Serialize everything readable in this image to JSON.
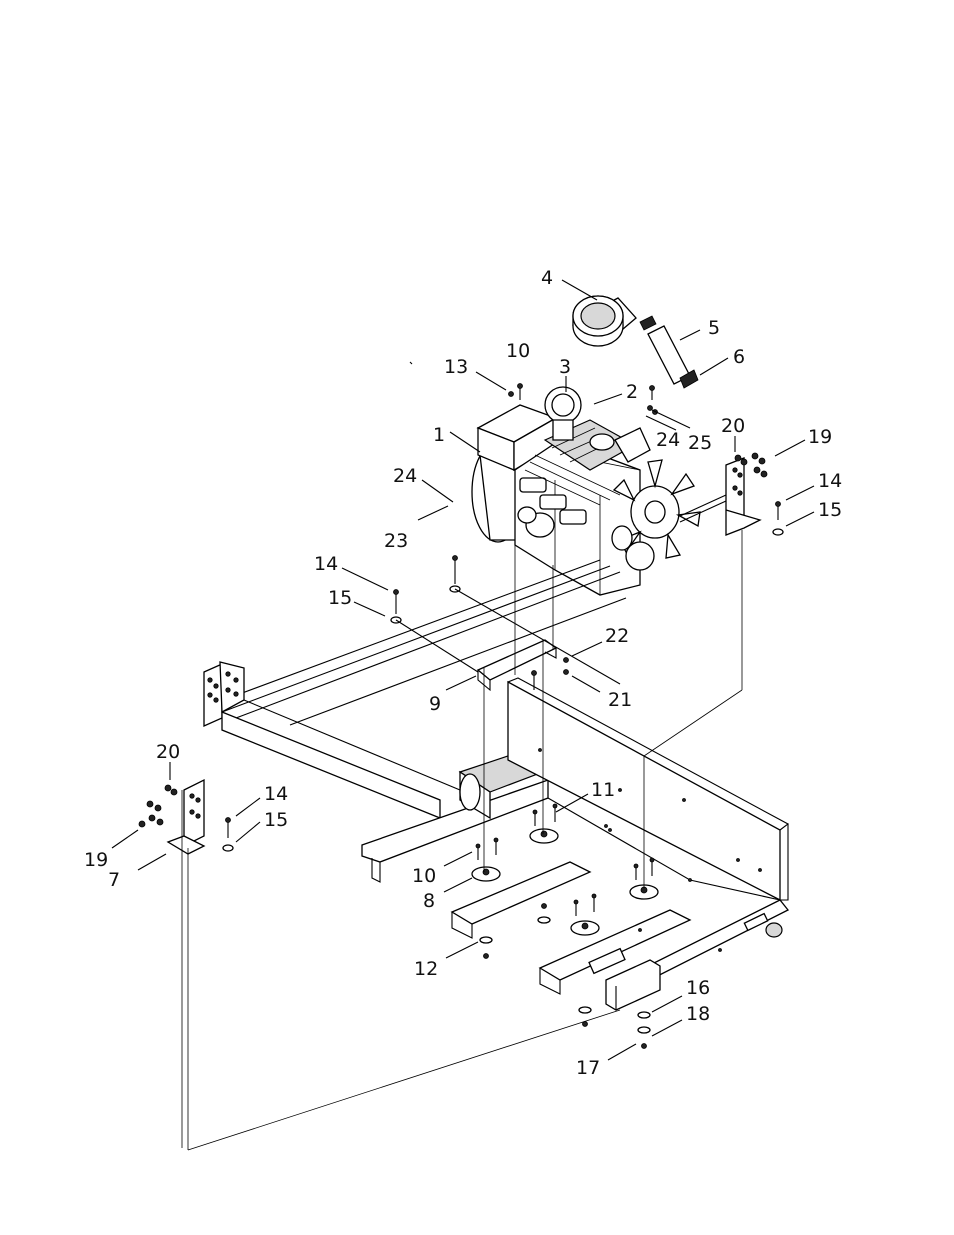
{
  "diagram": {
    "callouts": [
      {
        "key": "c4a",
        "text": "4"
      },
      {
        "key": "c5",
        "text": "5"
      },
      {
        "key": "c6",
        "text": "6"
      },
      {
        "key": "c10a",
        "text": "10"
      },
      {
        "key": "c13",
        "text": "13"
      },
      {
        "key": "c3",
        "text": "3"
      },
      {
        "key": "c2",
        "text": "2"
      },
      {
        "key": "c1",
        "text": "1"
      },
      {
        "key": "c24a",
        "text": "24"
      },
      {
        "key": "c25",
        "text": "25"
      },
      {
        "key": "c20a",
        "text": "20"
      },
      {
        "key": "c19a",
        "text": "19"
      },
      {
        "key": "c14a",
        "text": "14"
      },
      {
        "key": "c15a",
        "text": "15"
      },
      {
        "key": "c24b",
        "text": "24"
      },
      {
        "key": "c23",
        "text": "23"
      },
      {
        "key": "c14b",
        "text": "14"
      },
      {
        "key": "c15b",
        "text": "15"
      },
      {
        "key": "c22",
        "text": "22"
      },
      {
        "key": "c21",
        "text": "21"
      },
      {
        "key": "c9",
        "text": "9"
      },
      {
        "key": "c20b",
        "text": "20"
      },
      {
        "key": "c14c",
        "text": "14"
      },
      {
        "key": "c15c",
        "text": "15"
      },
      {
        "key": "c11",
        "text": "11"
      },
      {
        "key": "c19b",
        "text": "19"
      },
      {
        "key": "c7",
        "text": "7"
      },
      {
        "key": "c10b",
        "text": "10"
      },
      {
        "key": "c8",
        "text": "8"
      },
      {
        "key": "c12",
        "text": "12"
      },
      {
        "key": "c16",
        "text": "16"
      },
      {
        "key": "c18",
        "text": "18"
      },
      {
        "key": "c17",
        "text": "17"
      }
    ]
  }
}
